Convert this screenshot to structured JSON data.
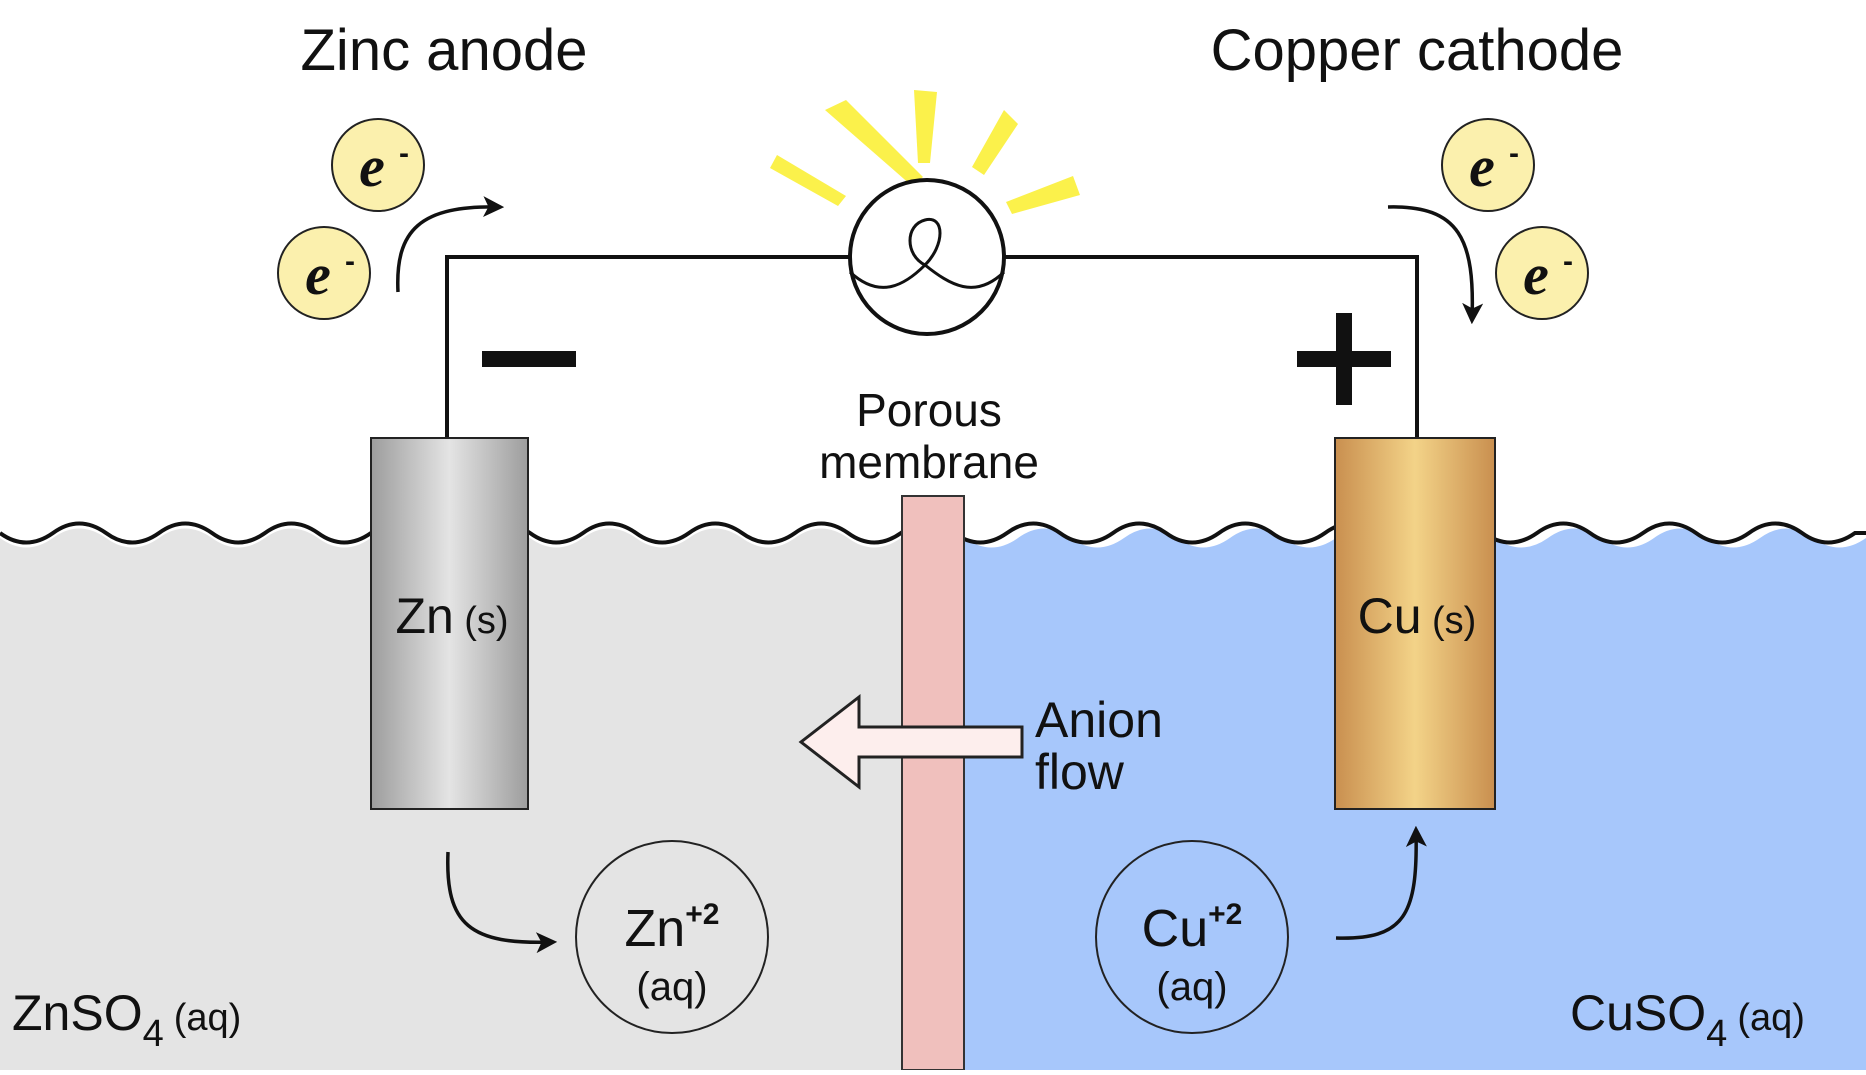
{
  "labels": {
    "anode_title": "Zinc anode",
    "cathode_title": "Copper cathode",
    "membrane_line1": "Porous",
    "membrane_line2": "membrane",
    "anion_line1": "Anion",
    "anion_line2": "flow",
    "anode_sign": "−",
    "cathode_sign": "+"
  },
  "electrodes": {
    "zinc_symbol": "Zn",
    "zinc_state": "(s)",
    "copper_symbol": "Cu",
    "copper_state": "(s)"
  },
  "ions": {
    "zinc_symbol": "Zn",
    "zinc_charge": "+2",
    "zinc_state": "(aq)",
    "copper_symbol": "Cu",
    "copper_charge": "+2",
    "copper_state": "(aq)"
  },
  "solutions": {
    "left_prefix": "ZnSO",
    "left_sub": "4",
    "left_state": "(aq)",
    "right_prefix": "CuSO",
    "right_sub": "4",
    "right_state": "(aq)"
  },
  "electron": {
    "letter": "e",
    "charge": "-"
  },
  "colors": {
    "zinc_solution": "#e4e4e4",
    "copper_solution": "#a7c7fb",
    "membrane": "#f0c0bd",
    "electron_fill": "#fbf0ad",
    "light_rays": "#fbf14b",
    "arrow_fill": "#fdeeed"
  }
}
